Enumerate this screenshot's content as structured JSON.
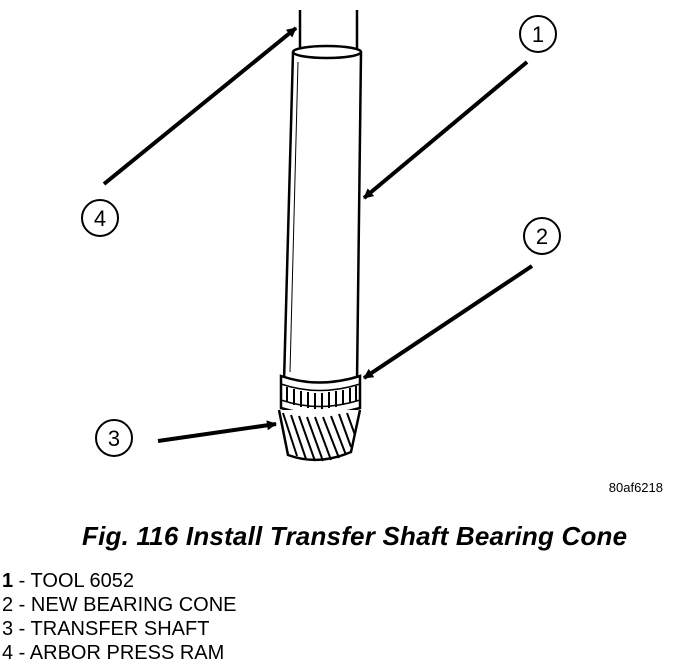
{
  "figure": {
    "code": "80af6218",
    "caption": "Fig. 116 Install Transfer Shaft Bearing Cone"
  },
  "callouts": [
    "1",
    "2",
    "3",
    "4"
  ],
  "legend": [
    {
      "num": "1",
      "sep": " - ",
      "text": "TOOL 6052"
    },
    {
      "num": "2",
      "sep": " - ",
      "text": "NEW BEARING CONE"
    },
    {
      "num": "3",
      "sep": " - ",
      "text": "TRANSFER SHAFT"
    },
    {
      "num": "4",
      "sep": " - ",
      "text": "ARBOR PRESS RAM"
    }
  ]
}
